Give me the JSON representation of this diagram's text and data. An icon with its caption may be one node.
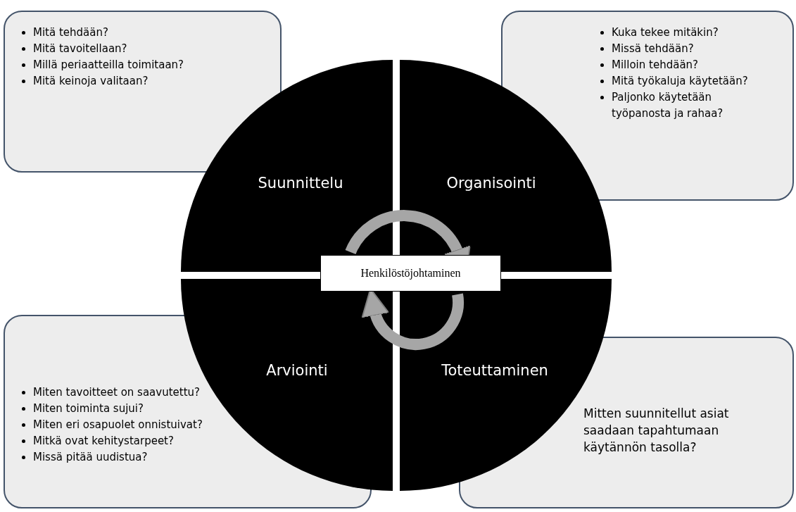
{
  "diagram": {
    "nodes": [
      {
        "text": [
          "Mitä tehdään?",
          "Mitä tavoitellaan?",
          "Millä periaatteilla toimitaan?",
          "Mitä keinoja valitaan?"
        ]
      },
      {
        "text": [
          "Kuka tekee mitäkin?",
          "Missä tehdään?",
          "Milloin tehdään?",
          "Mitä työkaluja käytetään?",
          "Paljonko käytetään työpanosta ja rahaa?"
        ]
      },
      {
        "text": [
          "Suunnittelu"
        ]
      },
      {
        "text": [
          "Organisointi"
        ]
      },
      {
        "text": [
          "Henkilöstöjohtaminen"
        ]
      },
      {
        "text": [
          "Arviointi"
        ]
      },
      {
        "text": [
          "Toteuttaminen"
        ]
      },
      {
        "text": [
          "Miten tavoitteet on saavutettu?",
          "Miten toiminta sujui?",
          "Miten eri osapuolet onnistuivat?",
          "Mitkä ovat kehitystarpeet?",
          "Missä pitää uudistua?"
        ]
      },
      {
        "text": [
          "Mitten suunnitellut asiat saadaan tapahtumaan käytännön tasolla?"
        ]
      }
    ],
    "edges": [
      {
        "from": 2,
        "to": 3,
        "arrow": "to"
      },
      {
        "from": 6,
        "to": 5,
        "arrow": "to"
      }
    ]
  }
}
